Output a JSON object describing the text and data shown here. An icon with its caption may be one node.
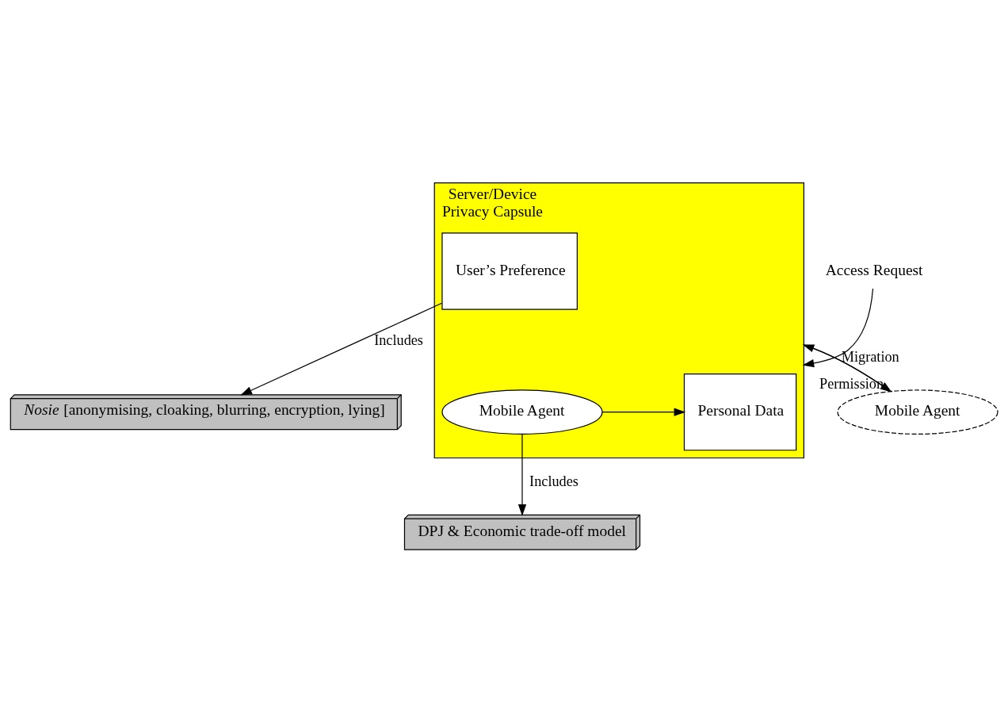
{
  "diagram": {
    "nodes": [
      {
        "text": [
          "*Nosie* [anonymising, cloaking, blurring, encryption, lying]"
        ]
      },
      {
        "text": [
          "Server/Device",
          "Privacy Capsule"
        ]
      },
      {
        "text": [
          "User’s Preference"
        ],
        "in": 1
      },
      {
        "text": [
          "Personal Data"
        ],
        "in": 1
      },
      {
        "text": [
          "Mobile Agent"
        ],
        "in": 1
      },
      {
        "text": [
          "Mobile Agent"
        ]
      },
      {
        "text": [
          "Access Request"
        ]
      },
      {
        "text": [
          "DPJ & Economic trade-off model"
        ]
      }
    ],
    "edges": [
      {
        "from": 2,
        "to": 0,
        "arrow": "to",
        "label": "Includes"
      },
      {
        "from": 6,
        "to": 1,
        "arrow": "to"
      },
      {
        "from": 4,
        "to": 3,
        "arrow": "to"
      },
      {
        "from": 1,
        "to": 5,
        "arrow": "to",
        "label": "Permission"
      },
      {
        "from": 5,
        "to": 1,
        "arrow": "to",
        "label": "Migration"
      },
      {
        "from": 4,
        "to": 7,
        "arrow": "to",
        "label": "Includes"
      }
    ]
  }
}
